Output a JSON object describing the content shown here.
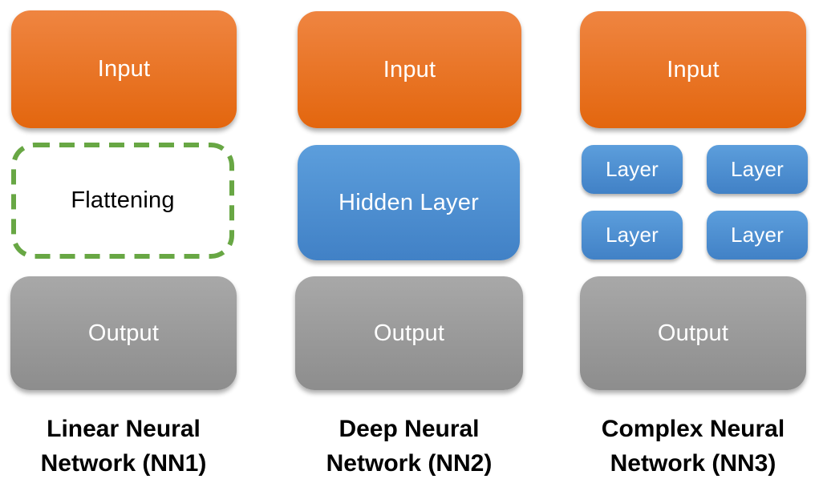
{
  "diagram": {
    "columns": [
      {
        "input_label": "Input",
        "middle_label": "Flattening",
        "output_label": "Output",
        "caption_line1": "Linear Neural",
        "caption_line2": "Network (NN1)"
      },
      {
        "input_label": "Input",
        "middle_label": "Hidden Layer",
        "output_label": "Output",
        "caption_line1": "Deep Neural",
        "caption_line2": "Network (NN2)"
      },
      {
        "input_label": "Input",
        "layer_labels": [
          "Layer",
          "Layer",
          "Layer",
          "Layer"
        ],
        "output_label": "Output",
        "caption_line1": "Complex Neural",
        "caption_line2": "Network (NN3)"
      }
    ]
  },
  "colors": {
    "orange_top": "#EF8541",
    "orange_bottom": "#E3660E",
    "blue_top": "#5C9EDC",
    "blue_bottom": "#4181C6",
    "gray_top": "#A8A8A8",
    "gray_bottom": "#8D8D8D",
    "green_dash": "#68A744",
    "label_text": "#FFFFFF",
    "caption_text": "#000000"
  }
}
